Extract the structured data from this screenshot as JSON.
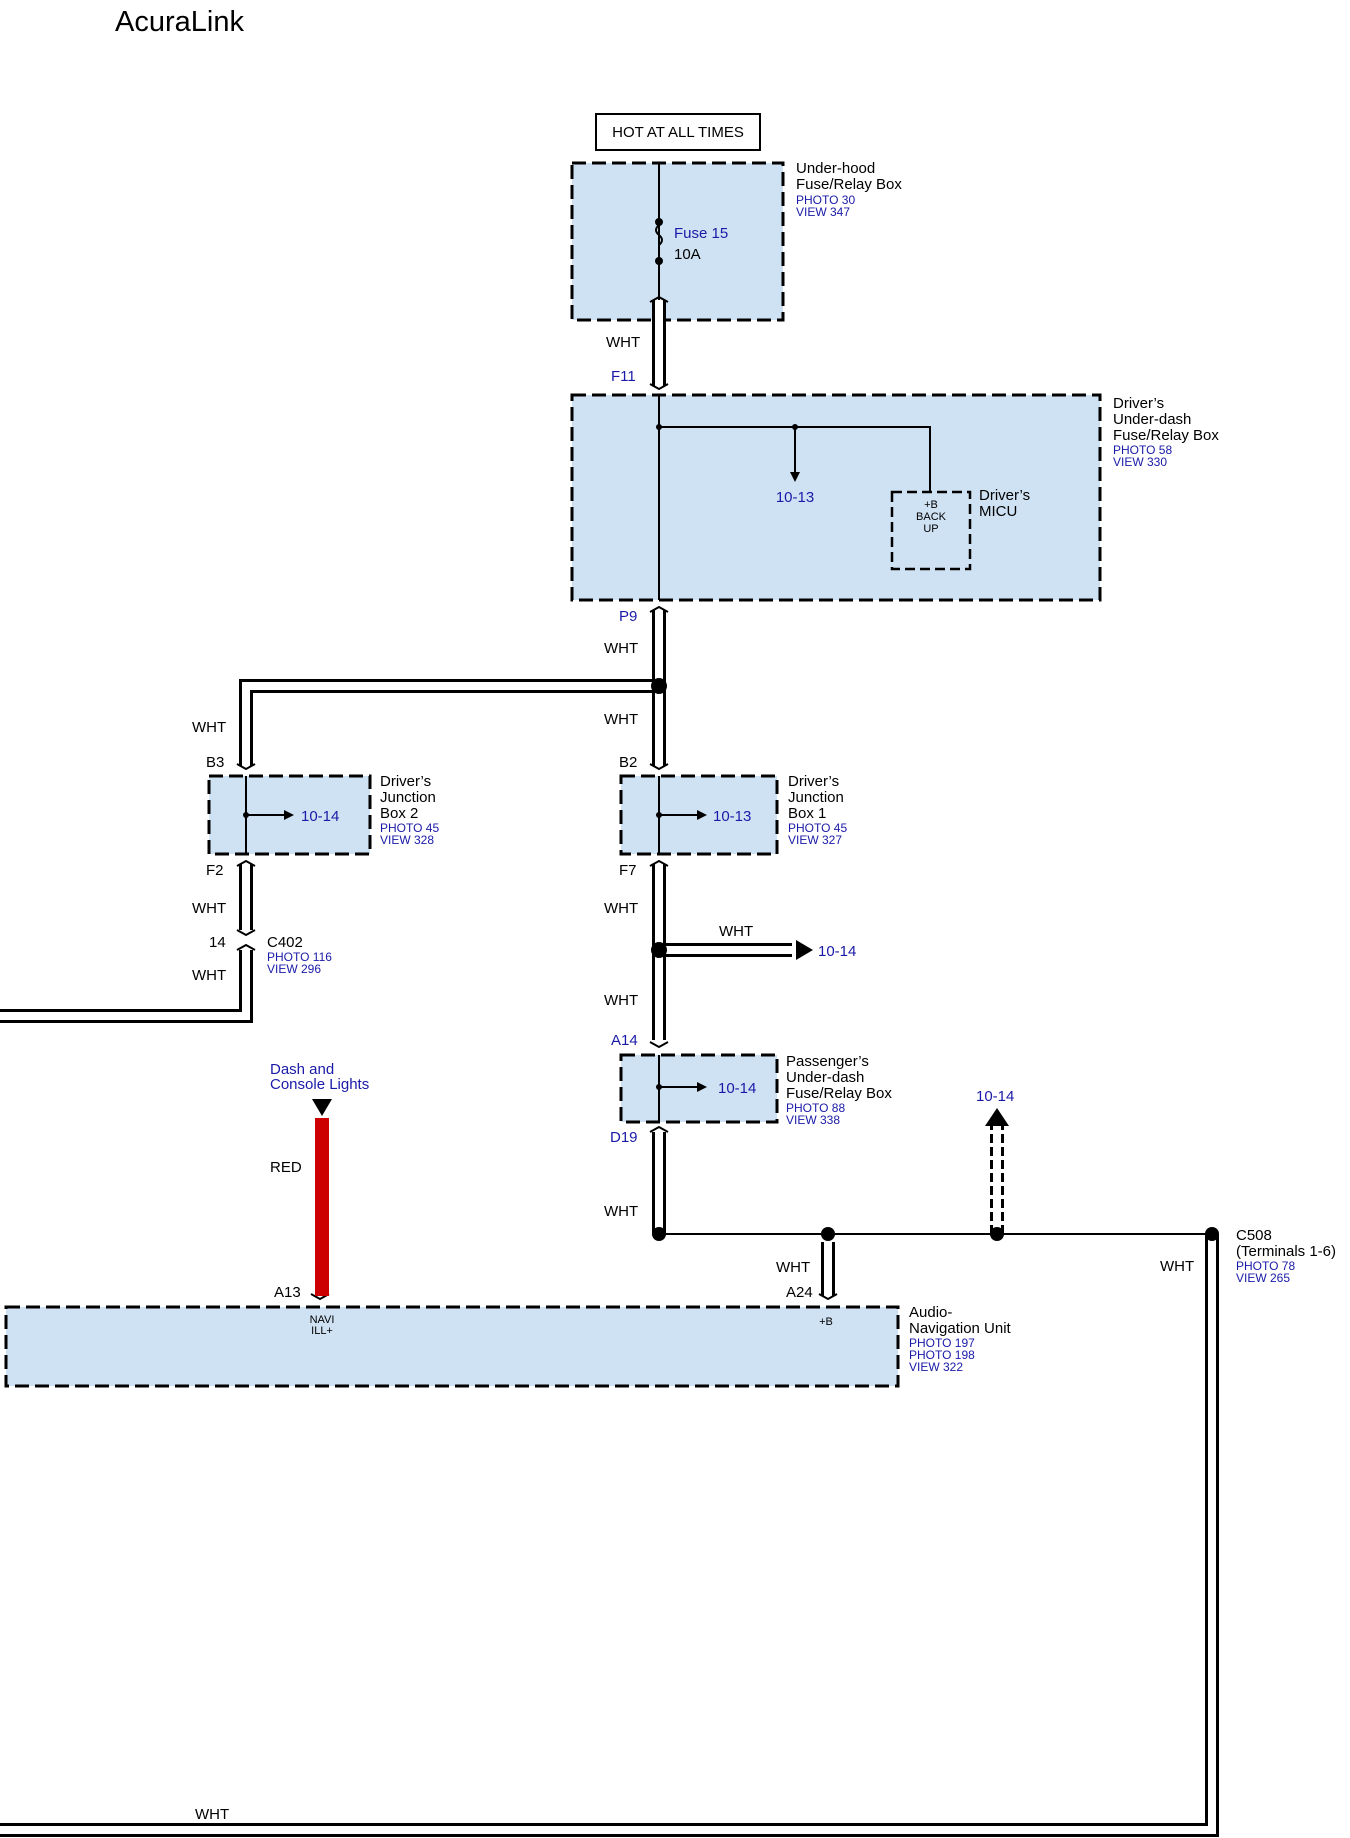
{
  "page_title": "AcuraLink",
  "colors": {
    "box_fill": "#cfe2f3",
    "link_text": "#1a1aa8",
    "red_wire": "#cc0000",
    "wire": "#000000"
  },
  "hot_label": "HOT AT ALL TIMES",
  "underhood": {
    "name1": "Under-hood",
    "name2": "Fuse/Relay Box",
    "photo": "PHOTO 30",
    "view": "VIEW 347",
    "fuse": "Fuse 15",
    "rating": "10A"
  },
  "underdash": {
    "name1": "Driver’s",
    "name2": "Under-dash",
    "name3": "Fuse/Relay Box",
    "photo": "PHOTO 58",
    "view": "VIEW 330",
    "ref": "10-13"
  },
  "micu": {
    "pin1": "+B",
    "pin2": "BACK",
    "pin3": "UP",
    "name1": "Driver’s",
    "name2": "MICU"
  },
  "jb2": {
    "name1": "Driver’s",
    "name2": "Junction",
    "name3": "Box 2",
    "photo": "PHOTO 45",
    "view": "VIEW 328",
    "ref": "10-14"
  },
  "jb1": {
    "name1": "Driver’s",
    "name2": "Junction",
    "name3": "Box 1",
    "photo": "PHOTO 45",
    "view": "VIEW 327",
    "ref": "10-13"
  },
  "c402": {
    "pin": "14",
    "name": "C402",
    "photo": "PHOTO 116",
    "view": "VIEW 296"
  },
  "passenger": {
    "name1": "Passenger’s",
    "name2": "Under-dash",
    "name3": "Fuse/Relay Box",
    "photo": "PHOTO 88",
    "view": "VIEW 338",
    "ref": "10-14"
  },
  "c508": {
    "name": "C508",
    "terminals": "(Terminals 1-6)",
    "photo": "PHOTO 78",
    "view": "VIEW 265"
  },
  "audio": {
    "name1": "Audio-",
    "name2": "Navigation Unit",
    "photo1": "PHOTO 197",
    "photo2": "PHOTO 198",
    "view": "VIEW 322",
    "pin_navi1": "NAVI",
    "pin_navi2": "ILL+",
    "pin_b": "+B"
  },
  "dash_lights": {
    "line1": "Dash and",
    "line2": "Console Lights"
  },
  "terminals": {
    "F11": "F11",
    "P9": "P9",
    "B3": "B3",
    "B2": "B2",
    "F2": "F2",
    "F7": "F7",
    "A14": "A14",
    "D19": "D19",
    "A13": "A13",
    "A24": "A24"
  },
  "wire_colors": {
    "wht": "WHT",
    "red": "RED"
  },
  "refs": {
    "branch_right": "10-14",
    "up_arrow": "10-14"
  }
}
